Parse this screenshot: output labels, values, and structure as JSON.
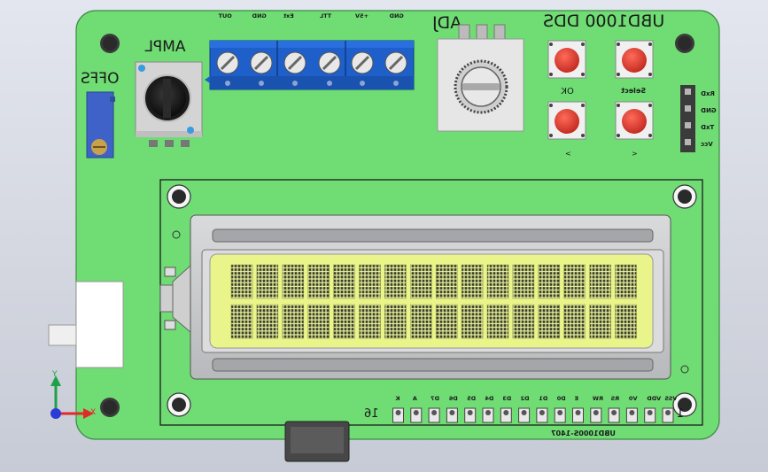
{
  "board": {
    "title": "UBD1000 DDS",
    "pcb_label": "UBD1000S-1407",
    "colors": {
      "pcb": "#6fdc74",
      "terminal": "#1e5fc9",
      "button": "#e0392d",
      "lcd": "#e9f58a"
    }
  },
  "potentiometers": {
    "ampl_label": "AMPL",
    "offs_label": "OFFS",
    "adj_label": "ADJ"
  },
  "terminal_block": {
    "pins": [
      "OUT",
      "GND",
      "Ext",
      "TTL",
      "+5V",
      "GND"
    ]
  },
  "buttons": {
    "ok_label": "OK",
    "select_label": "Select",
    "left_label": "<",
    "right_label": ">"
  },
  "serial_header": {
    "pins": [
      "RxD",
      "GND",
      "TxD",
      "Vcc"
    ]
  },
  "lcd_header": {
    "pins": [
      "VSS",
      "VDD",
      "V0",
      "RS",
      "RW",
      "E",
      "D0",
      "D1",
      "D2",
      "D3",
      "D4",
      "D5",
      "D6",
      "D7",
      "A",
      "K"
    ],
    "pin_first": "1",
    "pin_last": "16"
  },
  "axis_triad": {
    "y_label": "Y",
    "x_label": "X"
  }
}
